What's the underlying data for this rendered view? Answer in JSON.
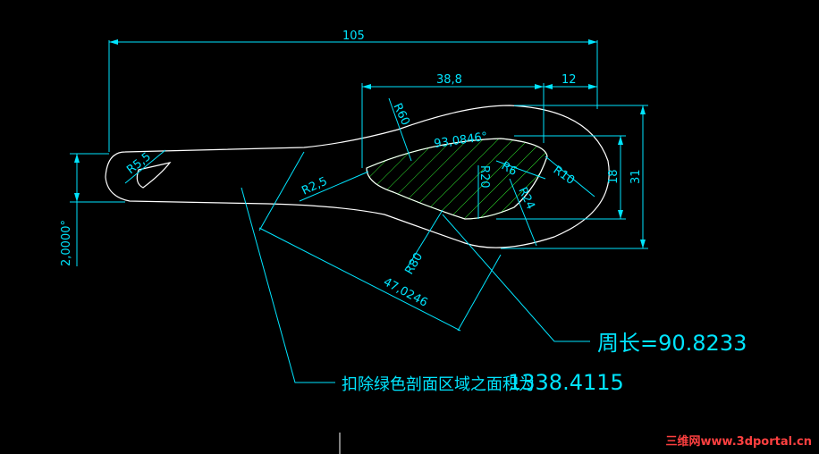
{
  "dimensions": {
    "d105": "105",
    "d38_8": "38,8",
    "d12": "12",
    "d18": "18",
    "d31": "31",
    "d2": "2,0000°",
    "d47": "47,0246",
    "angle": "93,0846°",
    "r5_5": "R5,5",
    "r60": "R60",
    "r2_5": "R2,5",
    "r20": "R20",
    "r6": "R6",
    "r10": "R10",
    "r24": "R24",
    "r80": "R80"
  },
  "annotations": {
    "perimeter": "周长=90.8233",
    "area_label": "扣除绿色剖面区域之面积为",
    "area_value": "1338.4115"
  },
  "watermark": "三维网www.3dportal.cn",
  "colors": {
    "dimension": "#00e5ff",
    "outline": "#ffffff",
    "hatch": "#2ee82e",
    "background": "#000000"
  }
}
